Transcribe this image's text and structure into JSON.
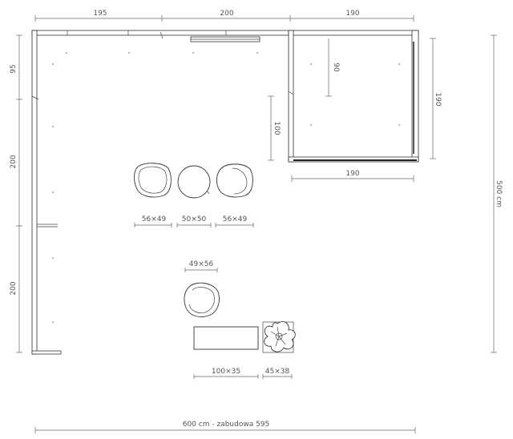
{
  "dimensions": {
    "top_left": "195",
    "top_middle": "200",
    "top_right": "190",
    "left_top": "95",
    "left_middle": "200",
    "left_bottom": "200",
    "right_total": "500 cm",
    "bottom_total": "600 cm - zabudowa 595",
    "room_depth": "90",
    "room_side": "190",
    "room_bottom": "190",
    "wall_segment": "100"
  },
  "furniture": {
    "chair_left": "56×49",
    "stool_center": "50×50",
    "chair_right": "56×49",
    "chair_single": "49×56",
    "bench": "100×35",
    "plant": "45×38"
  }
}
